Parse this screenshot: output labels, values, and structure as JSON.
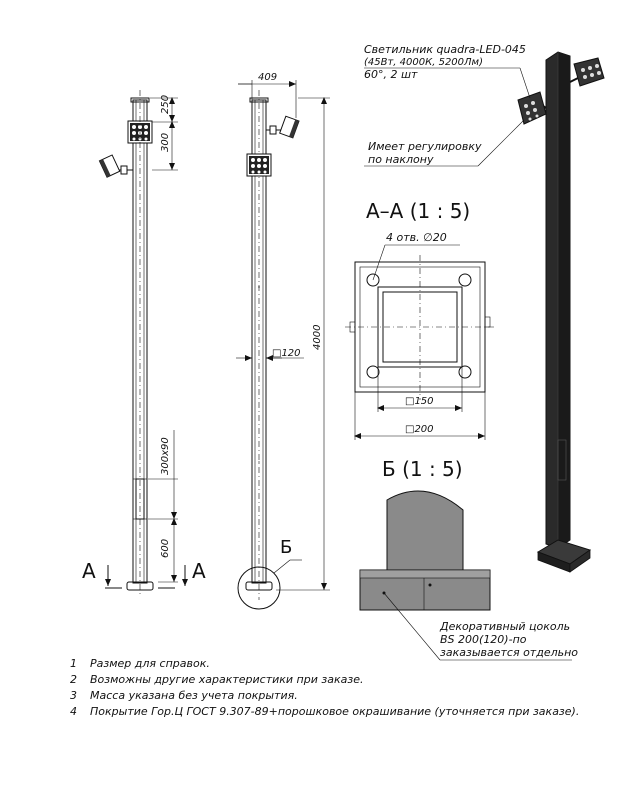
{
  "labels": {
    "dim_top": "250",
    "dim_mid": "300",
    "dim_width": "409",
    "dim_height": "4000",
    "dim_pipe": "□120",
    "dim_door": "300x90",
    "dim_base": "600",
    "section_left": "A",
    "section_right": "A",
    "callout_b": "Б",
    "section_aa_title": "А–А (1 : 5)",
    "holes": "4 отв. ∅20",
    "dim_inner": "□150",
    "dim_outer": "□200",
    "section_b_title": "Б (1 : 5)"
  },
  "callouts": {
    "luminaire_line1": "Светильник quadra-LED-045",
    "luminaire_line2": "(45Вт, 4000К, 5200Лм)",
    "luminaire_line3": "60°, 2 шт",
    "tilt_line1": "Имеет регулировку",
    "tilt_line2": "по наклону",
    "base_line1": "Декоративный цоколь",
    "base_line2": "BS 200(120)-по",
    "base_line3": "заказывается отдельно"
  },
  "notes": [
    {
      "num": "1",
      "text": "Размер для справок."
    },
    {
      "num": "2",
      "text": "Возможны другие характеристики при заказе."
    },
    {
      "num": "3",
      "text": "Масса указана без учета покрытия."
    },
    {
      "num": "4",
      "text": "Покрытие Гор.Ц ГОСТ 9.307-89+порошковое окрашивание (уточняется при заказе)."
    }
  ],
  "colors": {
    "line": "#111111",
    "pole_dark": "#2a2a2a",
    "base_fill": "#8a8a8a",
    "base_light": "#a8a8a8"
  }
}
